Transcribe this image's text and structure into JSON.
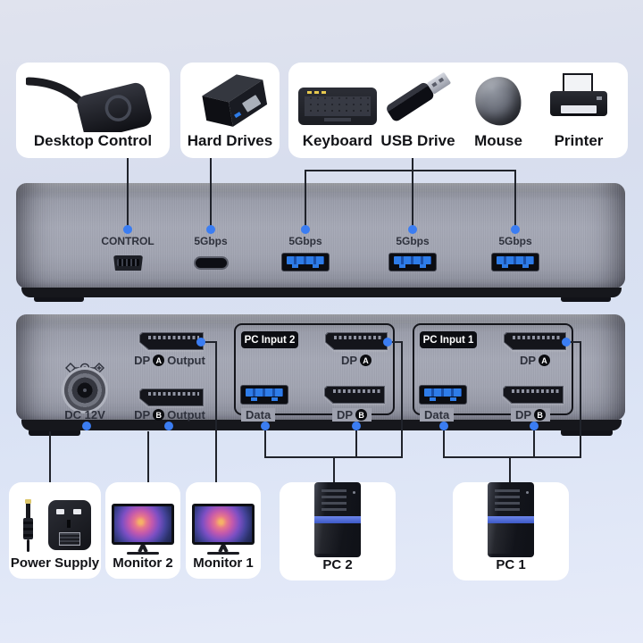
{
  "colors": {
    "dot-blue": "#3b7df2",
    "usb-blue": "#2e7ce8",
    "line": "#20232b",
    "card-bg": "#ffffff",
    "badge-bg": "#0c0d12"
  },
  "top_devices": {
    "desktop_control": {
      "label": "Desktop Control"
    },
    "hard_drives": {
      "label": "Hard Drives"
    },
    "usb_group": [
      {
        "name": "keyboard",
        "label": "Keyboard"
      },
      {
        "name": "usb-drive",
        "label": "USB Drive"
      },
      {
        "name": "mouse",
        "label": "Mouse"
      },
      {
        "name": "printer",
        "label": "Printer"
      }
    ]
  },
  "front_panel": {
    "ports": [
      {
        "name": "control-mini-usb",
        "label": "CONTROL"
      },
      {
        "name": "usb-c",
        "label": "5Gbps"
      },
      {
        "name": "usb-a-1",
        "label": "5Gbps"
      },
      {
        "name": "usb-a-2",
        "label": "5Gbps"
      },
      {
        "name": "usb-a-3",
        "label": "5Gbps"
      }
    ]
  },
  "back_panel": {
    "dc": {
      "label": "DC 12V"
    },
    "outputs": [
      {
        "dp": "DP",
        "letter": "A",
        "word": "Output"
      },
      {
        "dp": "DP",
        "letter": "B",
        "word": "Output"
      }
    ],
    "groups": [
      {
        "badge": "PC Input 2",
        "dp_a": {
          "dp": "DP",
          "letter": "A"
        },
        "data": "Data",
        "dp_b": {
          "dp": "DP",
          "letter": "B"
        }
      },
      {
        "badge": "PC Input 1",
        "dp_a": {
          "dp": "DP",
          "letter": "A"
        },
        "data": "Data",
        "dp_b": {
          "dp": "DP",
          "letter": "B"
        }
      }
    ]
  },
  "bottom_devices": [
    {
      "name": "power-supply",
      "label": "Power Supply"
    },
    {
      "name": "monitor-2",
      "label": "Monitor 2"
    },
    {
      "name": "monitor-1",
      "label": "Monitor 1"
    },
    {
      "name": "pc-2",
      "label": "PC 2"
    },
    {
      "name": "pc-1",
      "label": "PC 1"
    }
  ]
}
